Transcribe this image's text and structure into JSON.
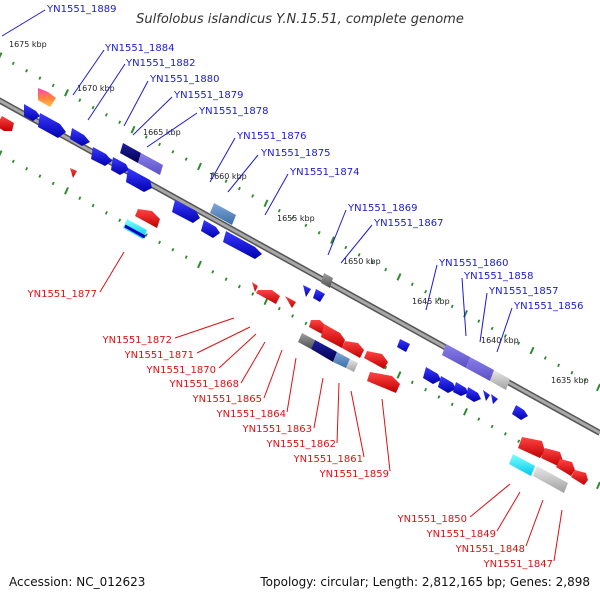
{
  "title": "Sulfolobus islandicus Y.N.15.51, complete genome",
  "footer": {
    "accession": "Accession: NC_012623",
    "summary": "Topology: circular; Length: 2,812,165 bp; Genes: 2,898"
  },
  "colors": {
    "plus_label": "#1a1ad6",
    "minus_label": "#dd1111",
    "backbone": "#808080",
    "tick": "#2e8b2e"
  },
  "kbp_markers": [
    "1675 kbp",
    "1670 kbp",
    "1665 kbp",
    "1660 kbp",
    "1655 kbp",
    "1650 kbp",
    "1645 kbp",
    "1640 kbp",
    "1635 kbp"
  ],
  "plus_labels": [
    "YN1551_1889",
    "YN1551_1884",
    "YN1551_1882",
    "YN1551_1880",
    "YN1551_1879",
    "YN1551_1878",
    "YN1551_1876",
    "YN1551_1875",
    "YN1551_1874",
    "YN1551_1869",
    "YN1551_1867",
    "YN1551_1860",
    "YN1551_1858",
    "YN1551_1857",
    "YN1551_1856"
  ],
  "minus_labels": [
    "YN1551_1877",
    "YN1551_1872",
    "YN1551_1871",
    "YN1551_1870",
    "YN1551_1868",
    "YN1551_1865",
    "YN1551_1864",
    "YN1551_1863",
    "YN1551_1862",
    "YN1551_1861",
    "YN1551_1859",
    "YN1551_1850",
    "YN1551_1849",
    "YN1551_1848",
    "YN1551_1847"
  ]
}
